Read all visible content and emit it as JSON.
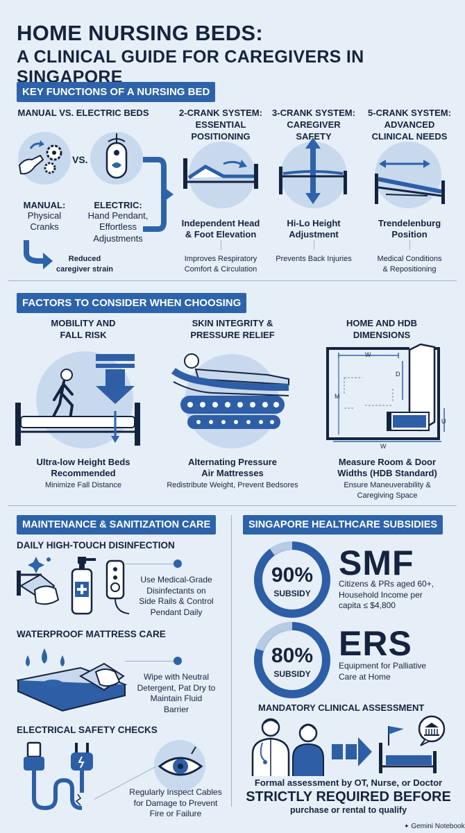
{
  "title": {
    "line1": "HOME NURSING BEDS:",
    "line2": "A CLINICAL GUIDE FOR CAREGIVERS IN SINGAPORE"
  },
  "key_functions": {
    "banner": "KEY FUNCTIONS OF A NURSING BED",
    "manual_vs_electric": {
      "heading": "MANUAL VS. ELECTRIC BEDS",
      "vs": "VS.",
      "manual_title": "MANUAL:",
      "manual_desc": "Physical\nCranks",
      "electric_title": "ELECTRIC:",
      "electric_desc": "Hand Pendant,\nEffortless\nAdjustments",
      "strain": "Reduced\ncaregiver strain"
    },
    "crank2": {
      "heading": "2-CRANK SYSTEM:\nESSENTIAL\nPOSITIONING",
      "feature": "Independent Head\n& Foot Elevation",
      "benefit": "Improves Respiratory\nComfort & Circulation"
    },
    "crank3": {
      "heading": "3-CRANK SYSTEM:\nCAREGIVER\nSAFETY",
      "feature": "Hi-Lo Height\nAdjustment",
      "benefit": "Prevents Back Injuries"
    },
    "crank5": {
      "heading": "5-CRANK SYSTEM:\nADVANCED\nCLINICAL NEEDS",
      "feature": "Trendelenburg\nPosition",
      "benefit": "Medical Conditions\n& Repositioning"
    }
  },
  "factors": {
    "banner": "FACTORS TO CONSIDER WHEN CHOOSING",
    "mobility": {
      "heading": "MOBILITY AND\nFALL RISK",
      "feature": "Ultra-low Height Beds\nRecommended",
      "benefit": "Minimize Fall Distance"
    },
    "skin": {
      "heading": "SKIN INTEGRITY &\nPRESSURE RELIEF",
      "feature": "Alternating Pressure\nAir Mattresses",
      "benefit": "Redistribute Weight, Prevent Bedsores"
    },
    "home": {
      "heading": "HOME AND HDB\nDIMENSIONS",
      "feature": "Measure Room & Door\nWidths (HDB Standard)",
      "benefit": "Ensure Maneuverability &\nCaregiving Space",
      "label_w": "W",
      "label_d": "D",
      "label_m": "M",
      "label_u": "U"
    }
  },
  "maintenance": {
    "banner": "MAINTENANCE & SANITIZATION CARE",
    "items": [
      {
        "heading": "DAILY HIGH-TOUCH DISINFECTION",
        "text": "Use Medical-Grade\nDisinfectants on\nSide Rails & Control\nPendant Daily"
      },
      {
        "heading": "WATERPROOF MATTRESS CARE",
        "text": "Wipe with Neutral\nDetergent, Pat Dry to\nMaintain Fluid\nBarrier"
      },
      {
        "heading": "ELECTRICAL SAFETY CHECKS",
        "text": "Regularly Inspect Cables\nfor Damage to Prevent\nFire or Failure"
      }
    ]
  },
  "subsidies": {
    "banner": "SINGAPORE HEALTHCARE SUBSIDIES",
    "smf": {
      "pct": "90%",
      "label": "SUBSIDY",
      "name": "SMF",
      "desc": "Citizens & PRs aged 60+,\nHousehold Income per\ncapita ≤ $4,800",
      "fill": 0.9
    },
    "ers": {
      "pct": "80%",
      "label": "SUBSIDY",
      "name": "ERS",
      "desc": "Equipment for Palliative\nCare at Home",
      "fill": 0.8
    },
    "assessment": {
      "heading": "MANDATORY CLINICAL ASSESSMENT",
      "line1": "Formal assessment by OT, Nurse, or Doctor",
      "line2": "STRICTLY REQUIRED BEFORE",
      "line3": "purchase or rental to qualify"
    }
  },
  "footer": {
    "brand": "Gemini Notebook"
  },
  "colors": {
    "accent": "#2d63a8",
    "dark": "#14233e",
    "light_circle": "#c8d9ee",
    "background": "#e6eef7"
  }
}
